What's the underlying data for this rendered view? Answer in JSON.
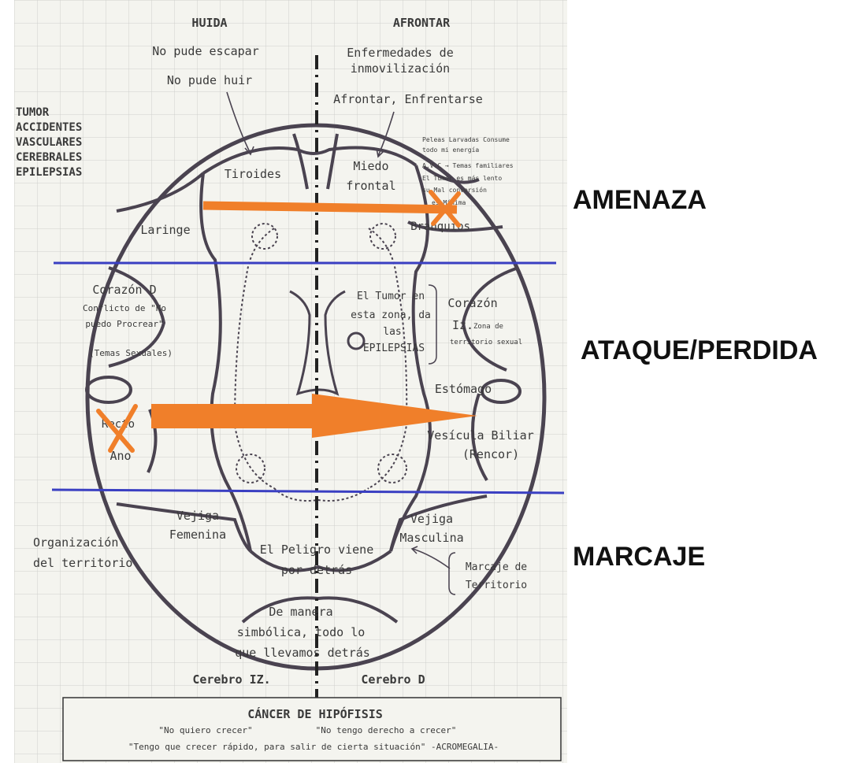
{
  "header": {
    "left": "HUIDA",
    "right": "AFRONTAR"
  },
  "top_notes": {
    "escapar": "No pude escapar",
    "huir": "No pude huir",
    "enfermedades_1": "Enfermedades de",
    "enfermedades_2": "inmovilización",
    "afrontar": "Afrontar, Enfrentarse"
  },
  "side_list": [
    "TUMOR",
    "ACCIDENTES",
    "VASCULARES",
    "CEREBRALES",
    "EPILEPSIAS"
  ],
  "organs": {
    "tiroides": "Tiroides",
    "miedo_1": "Miedo",
    "miedo_2": "frontal",
    "laringe": "Laringe",
    "branquios": "Branquios",
    "corazon_d": "Corazón D",
    "corazon_d_note_1": "Conflicto de \"No",
    "corazon_d_note_2": "puedo Procrear\"",
    "corazon_d_note_3": "(Temas Sexuales)",
    "corazon_iz_1": "Corazón",
    "corazon_iz_2": "Iz.",
    "corazon_iz_note_1": "Zona de",
    "corazon_iz_note_2": "territorio sexual",
    "estomago": "Estómago",
    "recto": "Recto",
    "ano": "Ano",
    "vesicula_1": "Vesícula Biliar",
    "vesicula_2": "(Rencor)",
    "vejiga_f_1": "Vejiga",
    "vejiga_f_2": "Femenina",
    "vejiga_m_1": "Vejiga",
    "vejiga_m_2": "Masculina",
    "peligro_1": "El Peligro viene",
    "peligro_2": "por detrás"
  },
  "tumor_note": [
    "El Tumor en",
    "esta zona, da",
    "las",
    "EPILEPSIAS"
  ],
  "small_note": [
    "Peleas Larvadas Consume",
    "todo mi energía",
    "A.V.C → Temas familiares",
    "El Tumor es más lento",
    "su Mal conversión",
    "es Mínima"
  ],
  "organizacion": [
    "Organización",
    "del territorio"
  ],
  "marcaje_note": [
    "Marcaje  de",
    "Territorio"
  ],
  "simbolica": [
    "De manera",
    "simbólica, todo lo",
    "que llevamos detrás"
  ],
  "hemispheres": {
    "left": "Cerebro IZ.",
    "right": "Cerebro D"
  },
  "box": {
    "title": "CÁNCER DE HIPÓFISIS",
    "line1a": "\"No quiero crecer\"",
    "line1b": "\"No tengo derecho a crecer\"",
    "line2": "\"Tengo que crecer rápido, para salir de cierta situación\" -ACROMEGALIA-"
  },
  "zones": [
    "AMENAZA",
    "ATAQUE/PERDIDA",
    "MARCAJE"
  ],
  "colors": {
    "paper": "#f4f4ef",
    "grid": "#cfd0cc",
    "ink": "#4a4350",
    "orange": "#f07f2a",
    "blue": "#3a3fc2"
  }
}
